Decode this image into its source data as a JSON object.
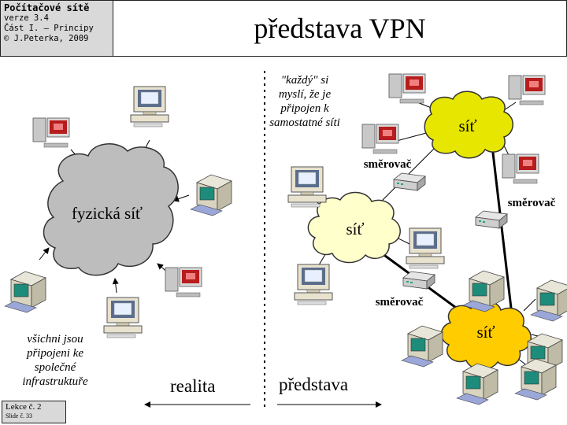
{
  "header": {
    "course": "Počítačové sítě",
    "version": "verze 3.4",
    "part": "Část I. – Principy",
    "author": "© J.Peterka, 2009",
    "title": "představa VPN"
  },
  "left": {
    "cloud_label": "fyzická síť",
    "note": "všichni jsou připojeni ke společné infrastruktuře"
  },
  "right": {
    "note": "\"každý\" si myslí, že je připojen k samostatné síti",
    "cloud_label": "síť",
    "router_label": "směrovač"
  },
  "bottom": {
    "left_caption": "realita",
    "right_caption": "představa"
  },
  "footer": {
    "lesson": "Lekce č. 2",
    "slide": "Slide č. 33"
  },
  "colors": {
    "gray_cloud": "#bdbdbd",
    "pale_cloud": "#ffffcc",
    "yellow_cloud": "#e6e600",
    "gold_cloud": "#ffcc00"
  }
}
